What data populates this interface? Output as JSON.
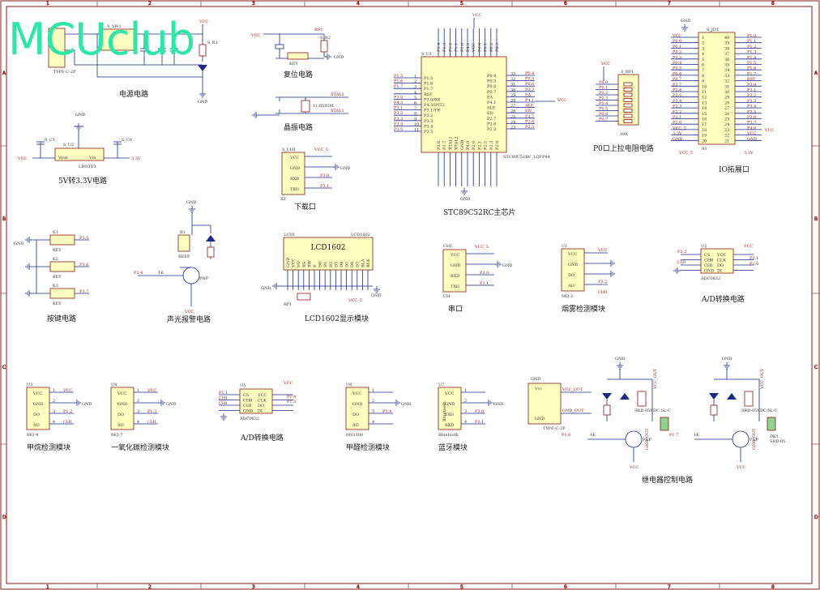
{
  "watermark": "MCUclub",
  "captions": {
    "power": "电源电路",
    "reset": "复位电路",
    "crystal": "晶振电路",
    "download": "下载口",
    "mcu": "STC89C52RC主芯片",
    "pullup": "P0口上拉电阻电路",
    "io": "IO拓展口",
    "ldo": "5V转3.3V电路",
    "keys": "按键电路",
    "buzzer": "声光报警电路",
    "lcd": "LCD1602显示模块",
    "serial": "串口",
    "smoke": "烟雾检测模块",
    "ad1": "A/D转换电路",
    "methane": "甲烷检测模块",
    "co": "一氧化碳检测模块",
    "ad2": "A/D转换电路",
    "formaldehyde": "甲醛检测模块",
    "bt": "蓝牙模块",
    "relay": "继电器控制电路"
  },
  "parts": {
    "mcu_ref": "S_U1",
    "mcu_part": "STC89C52RC_LQFP44",
    "ldo_ref": "S_U2",
    "ldo_part": "LDO3V3",
    "lcd_ref": "LCD1",
    "lcd_part": "LCD1602",
    "lcd_title": "LCD1602",
    "usb_part": "TYPE-C-2P",
    "io_ref": "S_JD1",
    "io_part": "IO",
    "pullup_ref": "S_RP1",
    "pullup_value": "10K",
    "crystal_value": "11.0592M",
    "beep": "BEEP",
    "pnp": "PNP",
    "key": "KEY",
    "adc": "ADC0832",
    "relay": "SRD-05VDC-SL-C",
    "mq2": "MQ-2",
    "mq4": "MQ-4",
    "mq7": "MQ-7",
    "ms1100": "MS1100",
    "bluetooth": "Bluetooth",
    "dk": "DK1",
    "srd05": "SRD-05",
    "rp": "RP1",
    "xz": "XZ",
    "ch": "CH"
  },
  "nets": {
    "vcc": "VCC",
    "gnd": "GND",
    "v33": "3.3V",
    "vcc5": "VCC_5",
    "rst": "RST",
    "xtal1": "XTAL1",
    "xtal2": "XTAL2",
    "txd": "TXD",
    "rxd": "RXD",
    "vcc_out": "VCC_OUT",
    "gnd_out": "GND_OUT"
  },
  "pins": {
    "mcu_left": [
      "P1.5",
      "P1.6",
      "P1.7",
      "RST",
      "P3.0/RX",
      "P4.3/INT2",
      "P3.1/TX",
      "P3.2",
      "P3.3",
      "P3.4",
      "P3.5"
    ],
    "mcu_right": [
      "P0.4",
      "P0.5",
      "P0.6",
      "P0.7",
      "EA",
      "P4.1",
      "ALE",
      "EN",
      "P2.7",
      "P2.6",
      "P2.5"
    ],
    "mcu_top": [
      "P1.4",
      "P1.3",
      "P1.2",
      "P1.1",
      "P1.0",
      "P4.2",
      "VCC",
      "P0.0",
      "P0.1",
      "P0.2",
      "P0.3"
    ],
    "mcu_bottom": [
      "P3.6",
      "P3.7",
      "XTAL1",
      "XTAL2",
      "GND",
      "P4.0",
      "P2.0",
      "P2.1",
      "P2.2",
      "P2.3",
      "P2.4"
    ],
    "mcu_left_nums": [
      "1",
      "2",
      "3",
      "4",
      "5",
      "6",
      "7",
      "8",
      "9",
      "10",
      "11"
    ],
    "mcu_right_nums": [
      "33",
      "32",
      "31",
      "30",
      "29",
      "28",
      "27",
      "26",
      "25",
      "24",
      "23"
    ],
    "module4": [
      "VCC",
      "GND",
      "DO",
      "AO"
    ],
    "uart4": [
      "VCC",
      "GND",
      "RXD",
      "TXD"
    ],
    "bt4": [
      "VCC",
      "GND",
      "TXD",
      "RXD"
    ],
    "adc_left": [
      "CS",
      "CH0",
      "CH1",
      "GND"
    ],
    "adc_right": [
      "VCC",
      "CLK",
      "DO",
      "DI"
    ],
    "ldo_pins": [
      "Vout",
      "Vin"
    ],
    "lcd_pins": [
      "GND",
      "VCC",
      "VO",
      "RS",
      "RW",
      "E",
      "D0",
      "D1",
      "D2",
      "D3",
      "D4",
      "D5",
      "D6",
      "D7",
      "BLA",
      "BLK"
    ],
    "io_left": [
      "VCC",
      "P0.0",
      "P0.1",
      "P0.2",
      "P0.3",
      "P0.4",
      "P0.5",
      "P0.6",
      "P0.7",
      "P2.7",
      "P2.6",
      "P2.5",
      "P2.4",
      "P2.3",
      "P2.2",
      "P2.1",
      "P2.0",
      "VCC_5",
      "3.3V",
      "GND"
    ],
    "io_right": [
      "P1.0",
      "P1.1",
      "P1.2",
      "P1.3",
      "P1.4",
      "P1.5",
      "P1.6",
      "P1.7",
      "RST",
      "P3.0",
      "P3.1",
      "P3.2",
      "P3.3",
      "P3.4",
      "P3.5",
      "P3.6",
      "P3.7",
      "P4.0",
      "VCC",
      "GND"
    ],
    "pullup_nets": [
      "P0.0",
      "P0.1",
      "P0.2",
      "P0.3",
      "P0.4",
      "P0.5",
      "P0.6",
      "P0.7"
    ]
  },
  "grid": {
    "cols": [
      "1",
      "2",
      "3",
      "4",
      "5",
      "6",
      "7",
      "8"
    ],
    "rows": [
      "A",
      "B",
      "C",
      "D"
    ]
  }
}
